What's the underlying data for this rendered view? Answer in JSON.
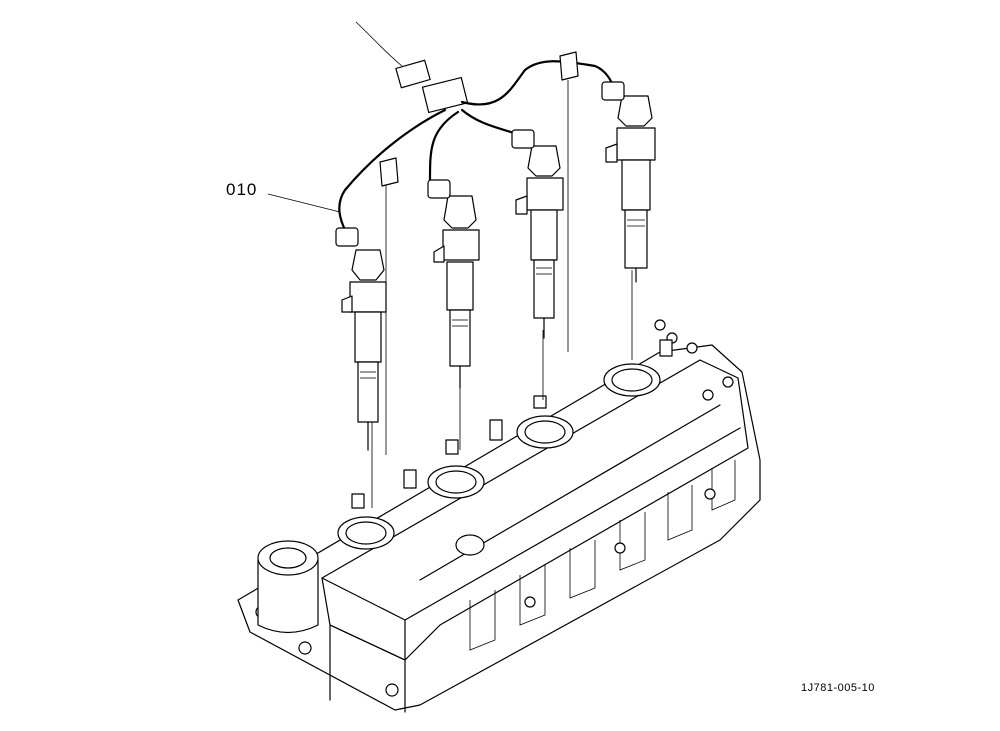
{
  "diagram": {
    "callouts": [
      {
        "id": "harness",
        "label": "010"
      }
    ],
    "figure_code": "1J781-005-10"
  }
}
